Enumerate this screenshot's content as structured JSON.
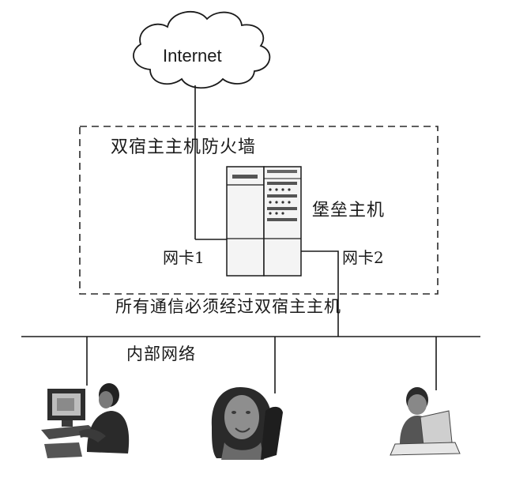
{
  "labels": {
    "internet": "Internet",
    "firewall": "双宿主主机防火墙",
    "bastion_host": "堡垒主机",
    "nic1": "网卡1",
    "nic2": "网卡2",
    "all_traffic": "所有通信必须经过双宿主主机",
    "internal_network": "内部网络"
  },
  "colors": {
    "line": "#1a1a1a",
    "server_fill": "#f4f4f4",
    "dashed_border": "#2a2a2a"
  },
  "icons": [
    "cloud-icon",
    "server-icon",
    "person-at-computer-icon",
    "woman-portrait-icon",
    "man-at-laptop-icon"
  ]
}
